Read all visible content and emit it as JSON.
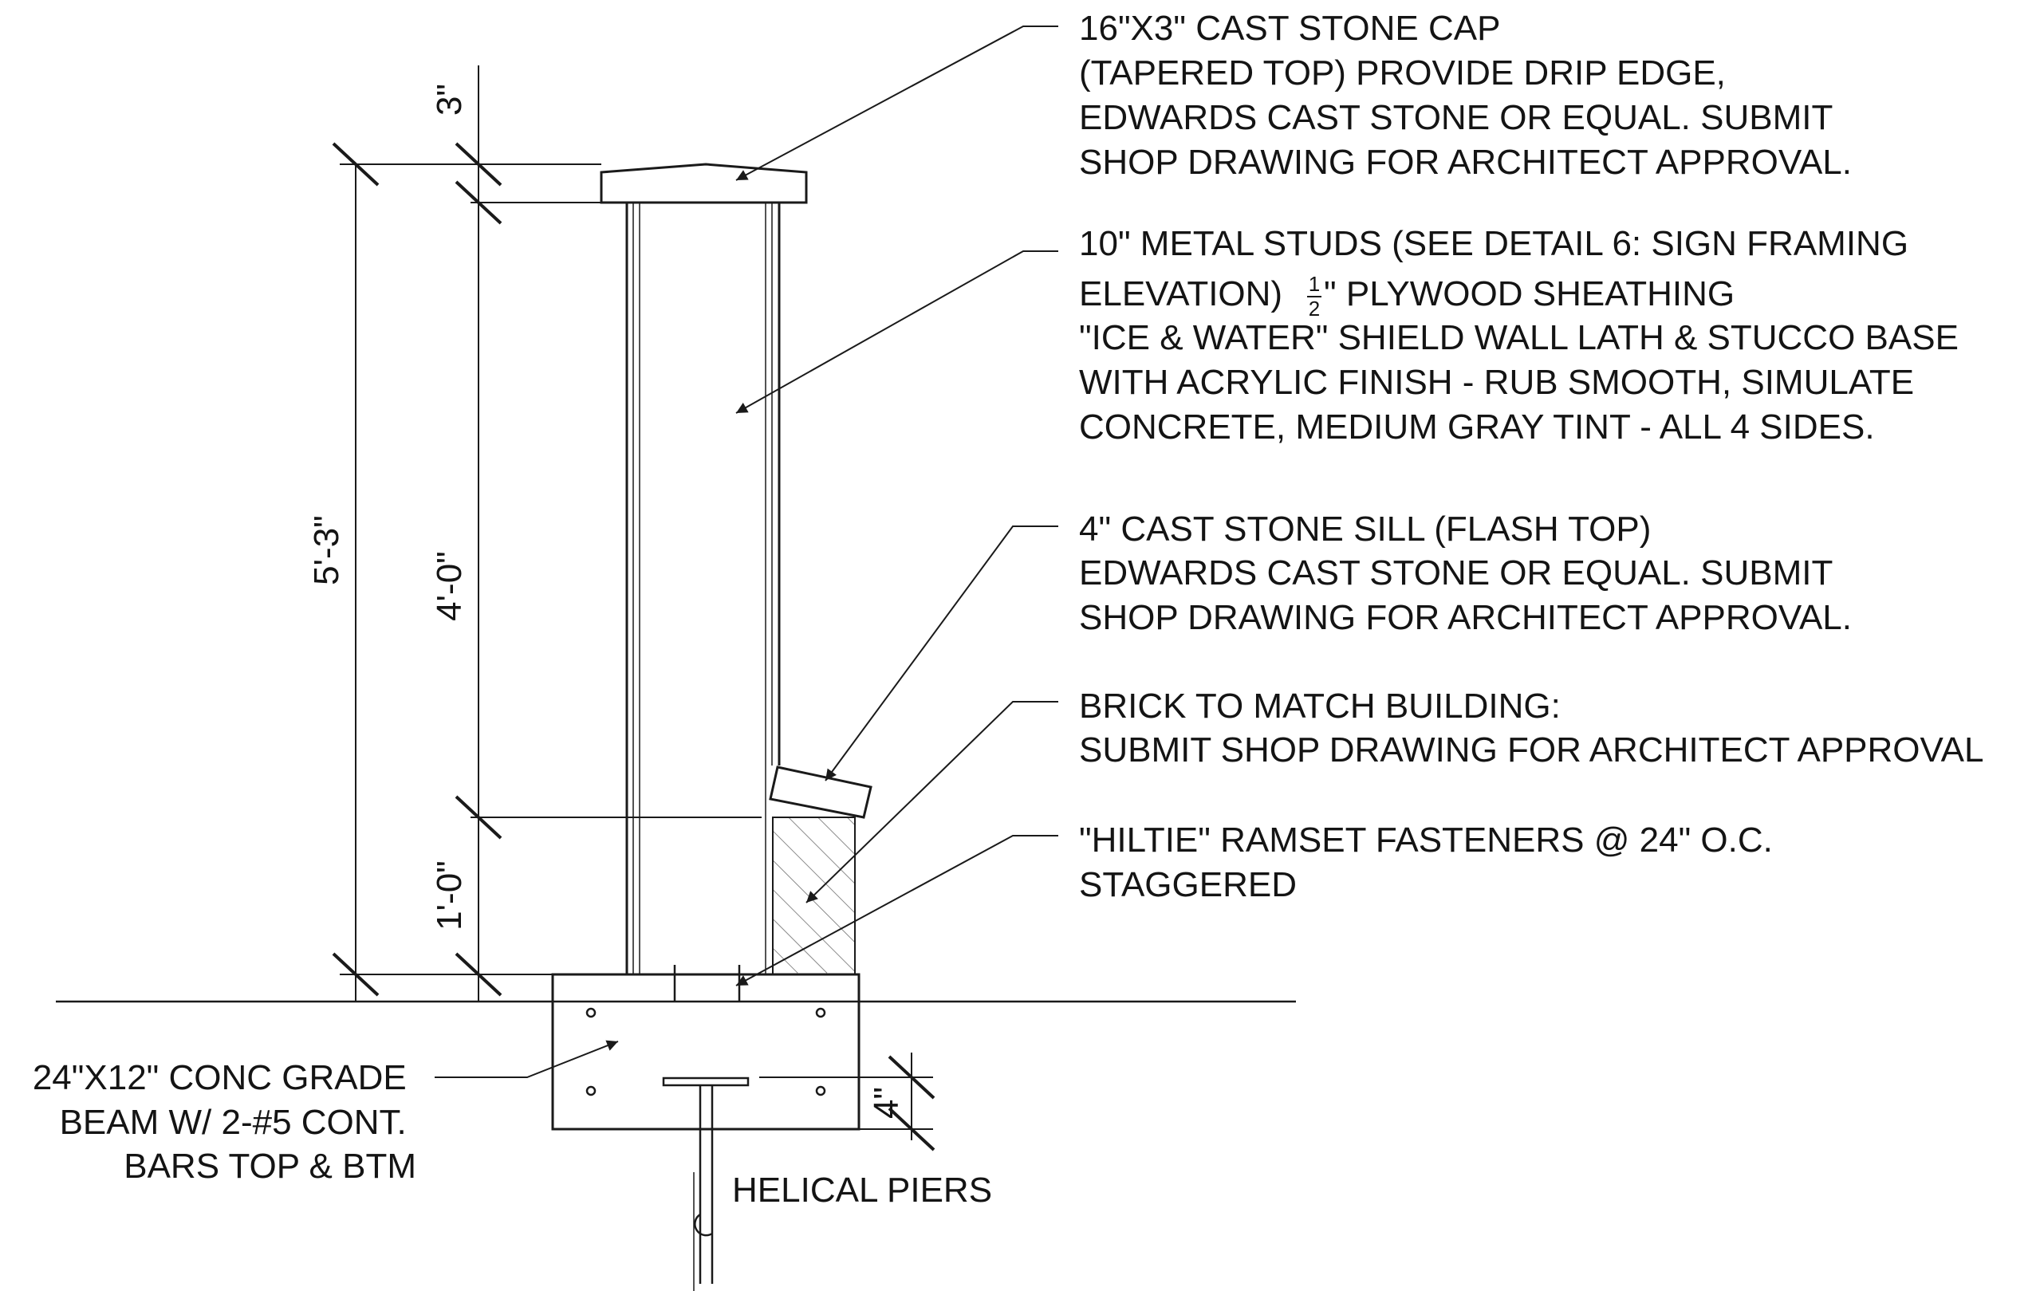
{
  "notes": {
    "cap": [
      "16\"X3\" CAST STONE CAP",
      "(TAPERED TOP) PROVIDE DRIP EDGE,",
      "EDWARDS CAST STONE OR EQUAL. SUBMIT",
      "SHOP DRAWING FOR ARCHITECT APPROVAL."
    ],
    "studs": {
      "line1": "10\" METAL STUDS (SEE DETAIL 6: SIGN FRAMING",
      "line2_pre": "ELEVATION) ",
      "frac_num": "1",
      "frac_den": "2",
      "line2_post": "\" PLYWOOD SHEATHING",
      "rest": [
        "\"ICE & WATER\" SHIELD WALL LATH & STUCCO BASE",
        "WITH ACRYLIC FINISH - RUB SMOOTH, SIMULATE",
        "CONCRETE, MEDIUM GRAY TINT - ALL 4 SIDES."
      ]
    },
    "sill": [
      "4\" CAST STONE SILL (FLASH TOP)",
      "EDWARDS CAST STONE OR EQUAL. SUBMIT",
      "SHOP DRAWING FOR ARCHITECT APPROVAL."
    ],
    "brick": [
      "BRICK TO MATCH BUILDING:",
      "SUBMIT SHOP DRAWING FOR ARCHITECT APPROVAL"
    ],
    "fasteners": [
      "\"HILTIE\" RAMSET FASTENERS @ 24\" O.C.",
      "STAGGERED"
    ],
    "beam": [
      "24\"X12\" CONC GRADE",
      "BEAM W/ 2-#5 CONT.",
      "BARS TOP & BTM"
    ],
    "piers": "HELICAL PIERS"
  },
  "dimensions": {
    "cap_height": "3\"",
    "total_height": "5'-3\"",
    "stud_height": "4'-0\"",
    "brick_height": "1'-0\"",
    "pier_embed": "4\""
  }
}
